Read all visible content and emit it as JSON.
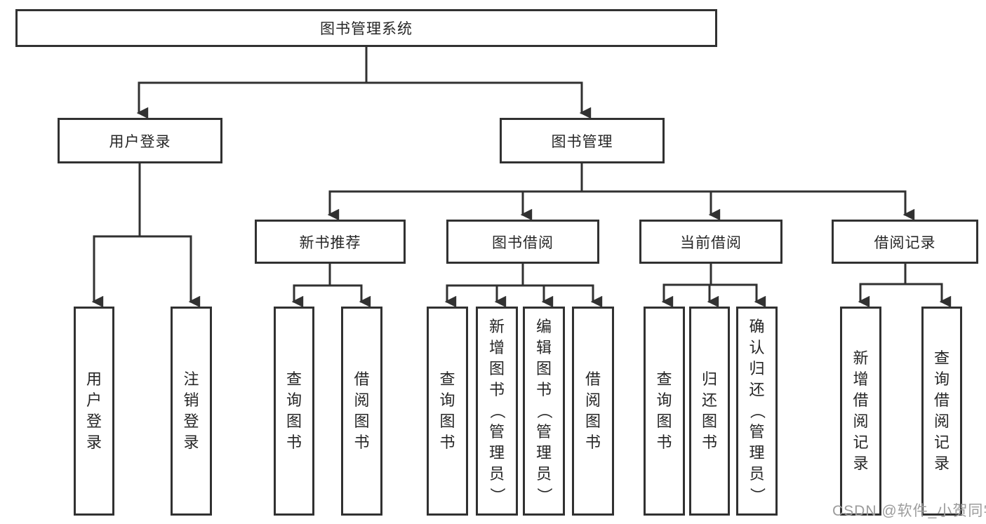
{
  "colors": {
    "line": "#313131",
    "text": "#262626",
    "box_background": "#ffffff",
    "watermark": "#9c9c9c"
  },
  "watermark": {
    "text": "CSDN @软件_小贺同学"
  },
  "tree": {
    "root": "图书管理系统",
    "user_login": {
      "label": "用户登录",
      "children": [
        "用户登录",
        "注销登录"
      ]
    },
    "book_mgmt": {
      "label": "图书管理"
    },
    "new_book": {
      "label": "新书推荐",
      "children": [
        "查询图书",
        "借阅图书"
      ]
    },
    "borrow": {
      "label": "图书借阅",
      "children": [
        "查询图书",
        "新增图书（管理员）",
        "编辑图书（管理员）",
        "借阅图书"
      ]
    },
    "current": {
      "label": "当前借阅",
      "children": [
        "查询图书",
        "归还图书",
        "确认归还（管理员）"
      ]
    },
    "records": {
      "label": "借阅记录",
      "children": [
        "新增借阅记录",
        "查询借阅记录"
      ]
    }
  }
}
